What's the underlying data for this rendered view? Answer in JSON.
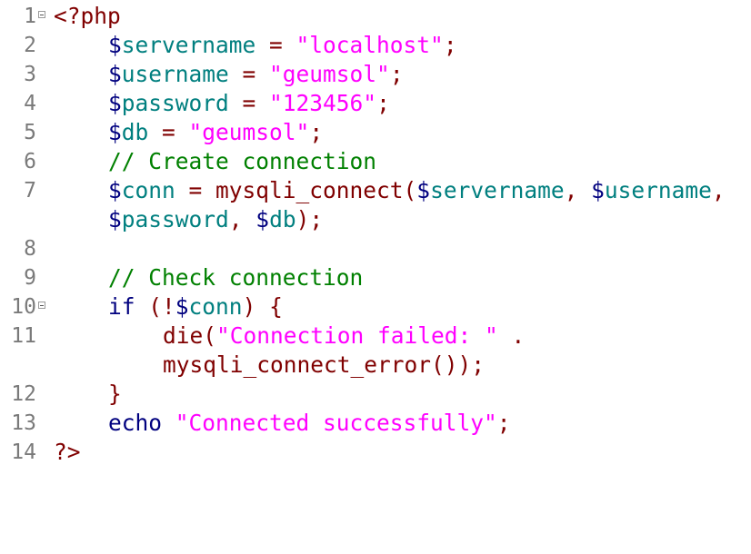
{
  "editor": {
    "lines": [
      {
        "num": "1",
        "fold": true,
        "parts": [
          {
            "t": "<?php",
            "c": "kw"
          }
        ]
      },
      {
        "num": "2",
        "parts": [
          {
            "t": "$",
            "c": "blue"
          },
          {
            "t": "servername",
            "c": "var"
          },
          {
            "t": " = ",
            "c": "kw"
          },
          {
            "t": "\"localhost\"",
            "c": "str"
          },
          {
            "t": ";",
            "c": "kw"
          }
        ]
      },
      {
        "num": "3",
        "parts": [
          {
            "t": "$",
            "c": "blue"
          },
          {
            "t": "username",
            "c": "var"
          },
          {
            "t": " = ",
            "c": "kw"
          },
          {
            "t": "\"geumsol\"",
            "c": "str"
          },
          {
            "t": ";",
            "c": "kw"
          }
        ]
      },
      {
        "num": "4",
        "parts": [
          {
            "t": "$",
            "c": "blue"
          },
          {
            "t": "password",
            "c": "var"
          },
          {
            "t": " = ",
            "c": "kw"
          },
          {
            "t": "\"123456\"",
            "c": "str"
          },
          {
            "t": ";",
            "c": "kw"
          }
        ]
      },
      {
        "num": "5",
        "parts": [
          {
            "t": "$",
            "c": "blue"
          },
          {
            "t": "db",
            "c": "var"
          },
          {
            "t": " = ",
            "c": "kw"
          },
          {
            "t": "\"geumsol\"",
            "c": "str"
          },
          {
            "t": ";",
            "c": "kw"
          }
        ]
      },
      {
        "num": "6",
        "parts": [
          {
            "t": "// Create connection",
            "c": "cmt"
          }
        ]
      },
      {
        "num": "7",
        "parts": [
          {
            "t": "$",
            "c": "blue"
          },
          {
            "t": "conn",
            "c": "var"
          },
          {
            "t": " = mysqli_connect(",
            "c": "kw"
          },
          {
            "t": "$",
            "c": "blue"
          },
          {
            "t": "servername",
            "c": "var"
          },
          {
            "t": ", ",
            "c": "kw"
          },
          {
            "t": "$",
            "c": "blue"
          },
          {
            "t": "username",
            "c": "var"
          },
          {
            "t": ",",
            "c": "kw"
          }
        ]
      },
      {
        "num": "",
        "parts": [
          {
            "t": "$",
            "c": "blue"
          },
          {
            "t": "password",
            "c": "var"
          },
          {
            "t": ", ",
            "c": "kw"
          },
          {
            "t": "$",
            "c": "blue"
          },
          {
            "t": "db",
            "c": "var"
          },
          {
            "t": ");",
            "c": "kw"
          }
        ]
      },
      {
        "num": "8",
        "parts": []
      },
      {
        "num": "9",
        "parts": [
          {
            "t": "// Check connection",
            "c": "cmt"
          }
        ]
      },
      {
        "num": "10",
        "fold": true,
        "parts": [
          {
            "t": "if",
            "c": "blue"
          },
          {
            "t": " (!",
            "c": "kw"
          },
          {
            "t": "$",
            "c": "blue"
          },
          {
            "t": "conn",
            "c": "var"
          },
          {
            "t": ") {",
            "c": "kw"
          }
        ]
      },
      {
        "num": "11",
        "parts": [
          {
            "t": "die(",
            "c": "kw"
          },
          {
            "t": "\"Connection failed: \"",
            "c": "str"
          },
          {
            "t": " .",
            "c": "kw"
          }
        ]
      },
      {
        "num": "",
        "parts": [
          {
            "t": "mysqli_connect_error());",
            "c": "kw"
          }
        ]
      },
      {
        "num": "12",
        "parts": [
          {
            "t": "}",
            "c": "kw"
          }
        ]
      },
      {
        "num": "13",
        "parts": [
          {
            "t": "echo",
            "c": "blue"
          },
          {
            "t": " ",
            "c": "kw"
          },
          {
            "t": "\"Connected successfully\"",
            "c": "str"
          },
          {
            "t": ";",
            "c": "kw"
          }
        ]
      },
      {
        "num": "14",
        "parts": [
          {
            "t": "?>",
            "c": "kw"
          }
        ]
      }
    ]
  }
}
